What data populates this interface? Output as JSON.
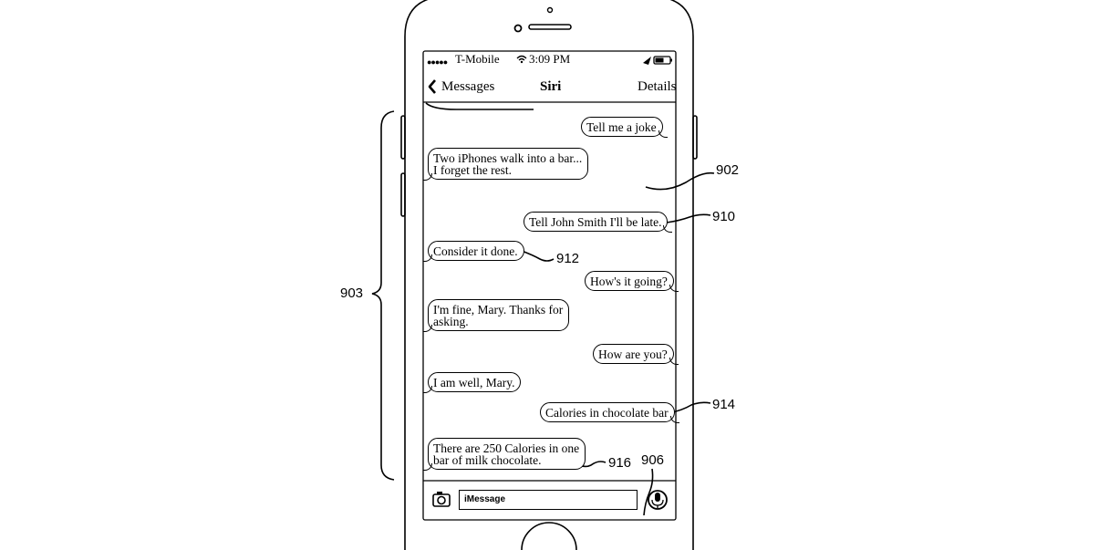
{
  "status_bar": {
    "carrier": "T-Mobile",
    "signal_dots": "●●●●●",
    "time": "3:09 PM"
  },
  "nav": {
    "back_label": "Messages",
    "title": "Siri",
    "details_label": "Details"
  },
  "messages": [
    {
      "from": "me",
      "text": "Tell me a joke"
    },
    {
      "from": "siri",
      "lines": [
        "Two iPhones walk into a bar...",
        "I forget the rest."
      ]
    },
    {
      "from": "me",
      "text": "Tell John Smith I'll be late."
    },
    {
      "from": "siri",
      "text": "Consider it done."
    },
    {
      "from": "me",
      "text": "How's it going?"
    },
    {
      "from": "siri",
      "lines": [
        "I'm fine, Mary. Thanks for",
        "asking."
      ]
    },
    {
      "from": "me",
      "text": "How are you?"
    },
    {
      "from": "siri",
      "text": "I am well, Mary."
    },
    {
      "from": "me",
      "text": "Calories in chocolate bar"
    },
    {
      "from": "siri",
      "lines": [
        "There are 250 Calories in one",
        "bar of milk chocolate."
      ]
    }
  ],
  "composer": {
    "placeholder": "iMessage"
  },
  "reference_numerals": {
    "screen": "902",
    "bracket": "903",
    "composer": "906",
    "request": "910",
    "response": "912",
    "calorie_request": "914",
    "calorie_response": "916"
  },
  "icons": {
    "back": "chevron-left-icon",
    "camera": "camera-icon",
    "mic": "microphone-icon",
    "location": "location-arrow-icon",
    "battery": "battery-icon",
    "wifi": "wifi-icon",
    "home": "home-button"
  }
}
